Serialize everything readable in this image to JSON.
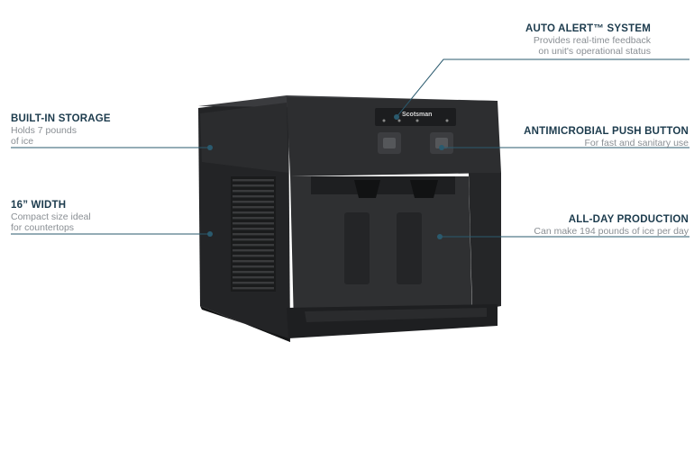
{
  "brand": "Scotsman",
  "colors": {
    "title": "#1c3b4d",
    "desc": "#8a8f94",
    "line": "#2a5a6e",
    "body": "#2a2b2d",
    "body_dark": "#1b1c1e"
  },
  "callouts": {
    "storage": {
      "title": "BUILT-IN STORAGE",
      "line1": "Holds 7 pounds",
      "line2": "of ice"
    },
    "width": {
      "title": "16” WIDTH",
      "line1": "Compact size ideal",
      "line2": "for countertops"
    },
    "alert": {
      "title": "AUTO ALERT™ SYSTEM",
      "line1": "Provides real-time feedback",
      "line2": "on unit's operational status"
    },
    "button": {
      "title": "ANTIMICROBIAL PUSH BUTTON",
      "line1": "For fast and sanitary use"
    },
    "production": {
      "title": "ALL-DAY PRODUCTION",
      "line1": "Can make 194 pounds of ice per day"
    }
  }
}
